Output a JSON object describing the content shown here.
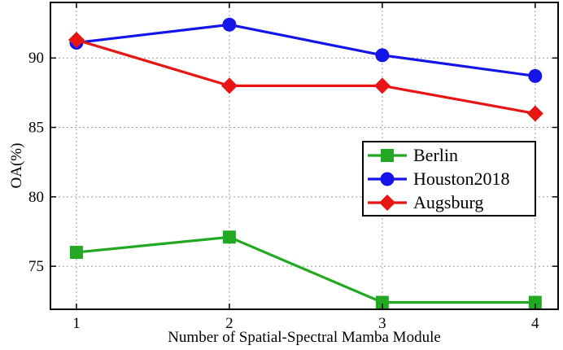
{
  "chart_data": {
    "type": "line",
    "title": "",
    "xlabel": "Number of Spatial-Spectral Mamba Module",
    "ylabel": "OA(%)",
    "x": [
      1,
      2,
      3,
      4
    ],
    "x_ticks": [
      "1",
      "2",
      "3",
      "4"
    ],
    "y_ticks": [
      "75",
      "80",
      "85",
      "90"
    ],
    "xlim": [
      0.83,
      4.15
    ],
    "ylim": [
      71.9,
      94.0
    ],
    "grid": true,
    "legend_position": "center-right",
    "series": [
      {
        "name": "Berlin",
        "values": [
          76.0,
          77.1,
          72.4,
          72.4
        ],
        "color": "#22a822",
        "marker": "square"
      },
      {
        "name": "Houston2018",
        "values": [
          91.1,
          92.4,
          90.2,
          88.7
        ],
        "color": "#1515e8",
        "marker": "circle"
      },
      {
        "name": "Augsburg",
        "values": [
          91.3,
          88.0,
          88.0,
          86.0
        ],
        "color": "#e81515",
        "marker": "diamond"
      }
    ]
  }
}
